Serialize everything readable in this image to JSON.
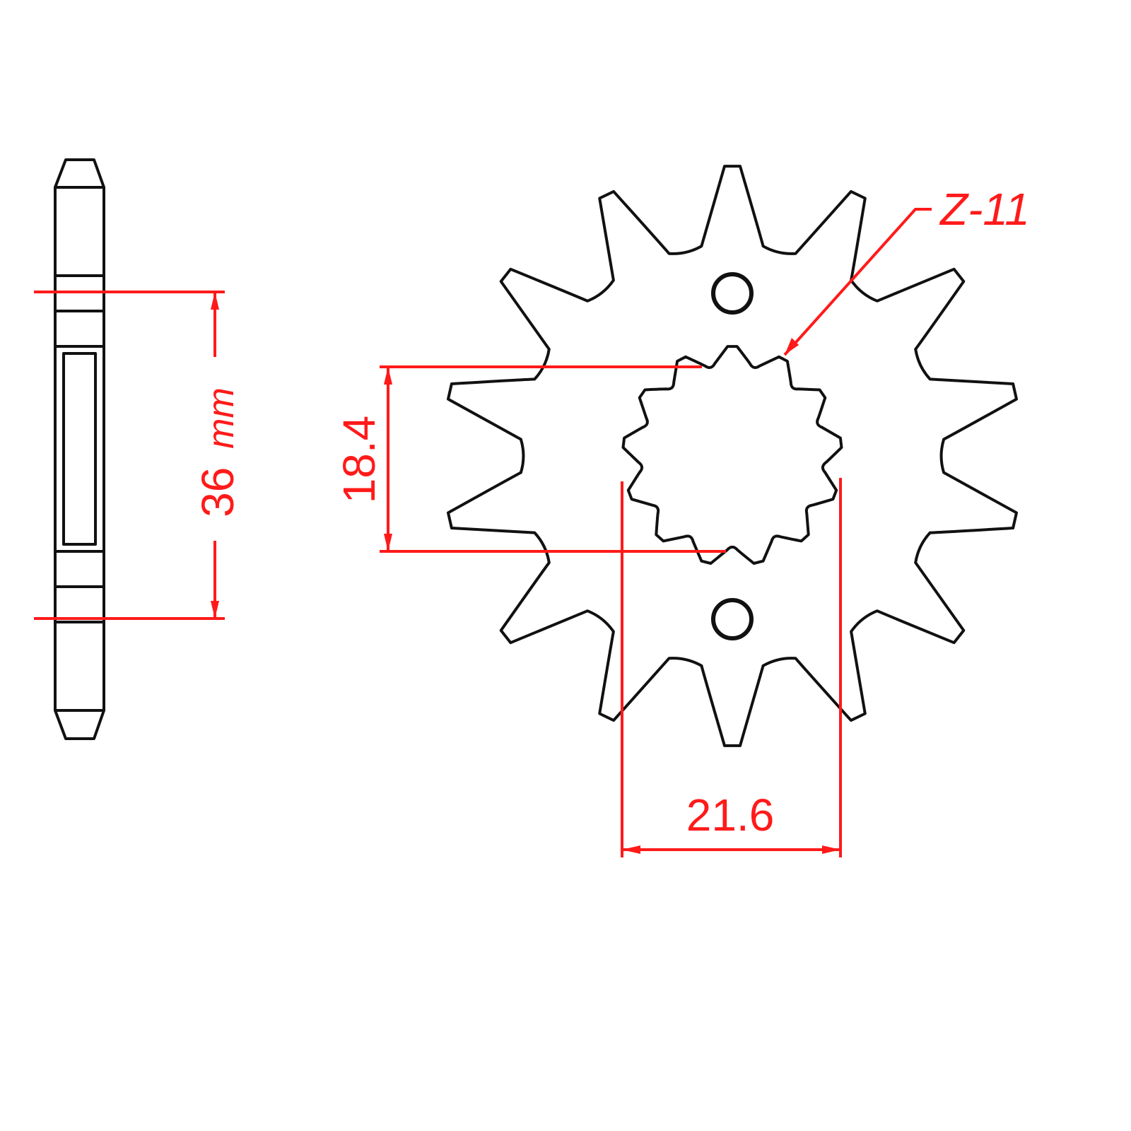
{
  "drawing": {
    "title": "Front sprocket technical drawing",
    "colors": {
      "outline": "#111111",
      "dimension": "#ff1a1a",
      "background": "#ffffff"
    },
    "side_view": {
      "label": "side-section-view",
      "thickness_dimension": {
        "value": "36",
        "unit": "mm"
      }
    },
    "front_view": {
      "outer_teeth_count": 14,
      "spline_label": "Z-11",
      "dimensions": {
        "spline_height": "18.4",
        "spline_width": "21.6"
      },
      "bolt_holes": 2
    }
  }
}
